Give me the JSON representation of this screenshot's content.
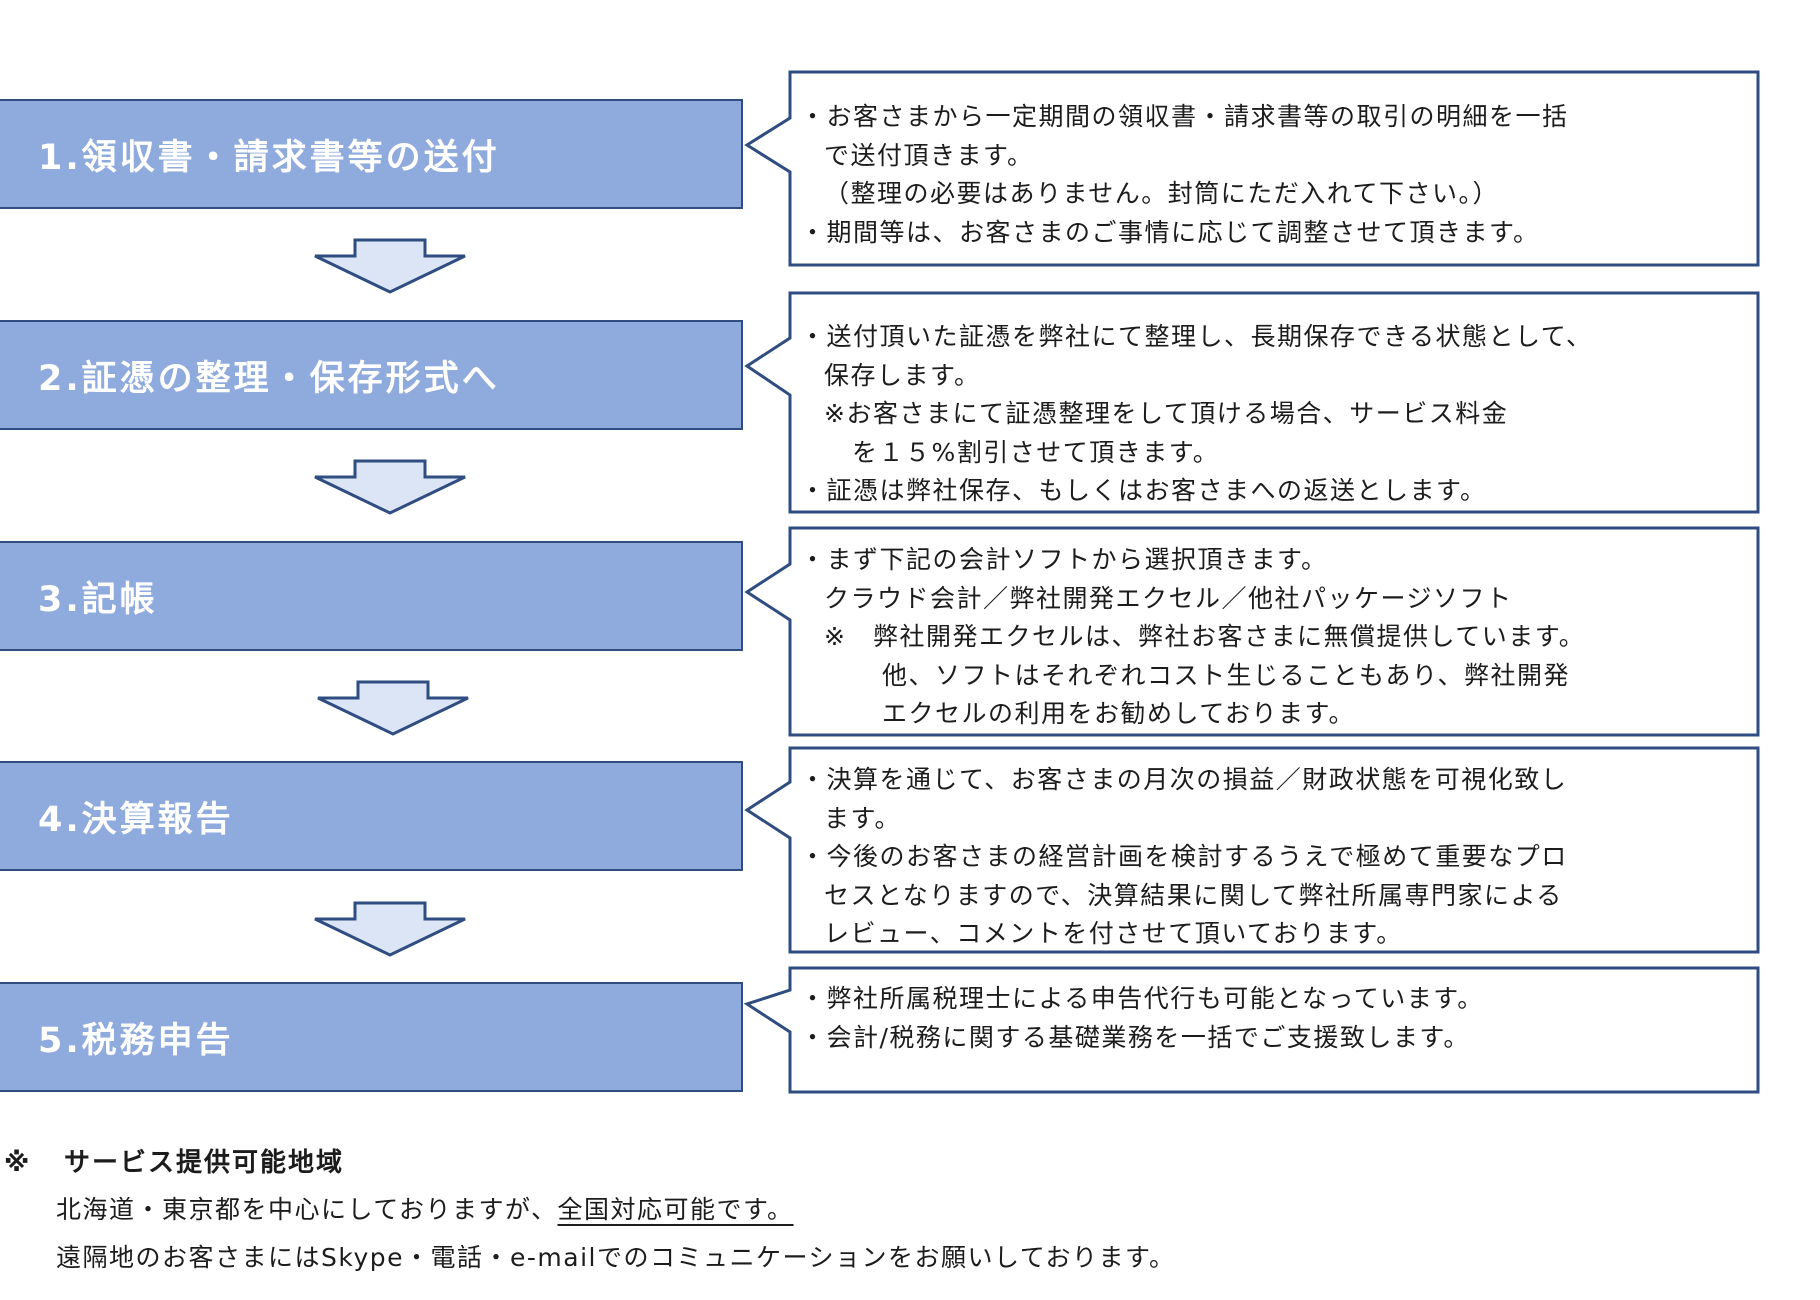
{
  "steps": [
    {
      "title": "1.領収書・請求書等の送付",
      "lines": [
        {
          "text": "・お客さまから一定期間の領収書・請求書等の取引の明細を一括",
          "indent": 0
        },
        {
          "text": "で送付頂きます。",
          "indent": 1
        },
        {
          "text": "（整理の必要はありません。封筒にただ入れて下さい。）",
          "indent": 1
        },
        {
          "text": "・期間等は、お客さまのご事情に応じて調整させて頂きます。",
          "indent": 0
        }
      ]
    },
    {
      "title": "2.証憑の整理・保存形式へ",
      "lines": [
        {
          "text": "・送付頂いた証憑を弊社にて整理し、長期保存できる状態として、",
          "indent": 0
        },
        {
          "text": "保存します。",
          "indent": 1
        },
        {
          "text": "※お客さまにて証憑整理をして頂ける場合、サービス料金",
          "indent": 1
        },
        {
          "text": "を１５%割引させて頂きます。",
          "indent": 2
        },
        {
          "text": "・証憑は弊社保存、もしくはお客さまへの返送とします。",
          "indent": 0
        }
      ]
    },
    {
      "title": "3.記帳",
      "lines": [
        {
          "text": "・まず下記の会計ソフトから選択頂きます。",
          "indent": 0
        },
        {
          "text": "クラウド会計／弊社開発エクセル／他社パッケージソフト",
          "indent": 1
        },
        {
          "text": "※　弊社開発エクセルは、弊社お客さまに無償提供しています。",
          "indent": 1
        },
        {
          "text": "他、ソフトはそれぞれコスト生じることもあり、弊社開発",
          "indent": 3
        },
        {
          "text": "エクセルの利用をお勧めしております。",
          "indent": 3
        }
      ]
    },
    {
      "title": "4.決算報告",
      "lines": [
        {
          "text": "・決算を通じて、お客さまの月次の損益／財政状態を可視化致し",
          "indent": 0
        },
        {
          "text": "ます。",
          "indent": 1
        },
        {
          "text": "・今後のお客さまの経営計画を検討するうえで極めて重要なプロ",
          "indent": 0
        },
        {
          "text": "セスとなりますので、決算結果に関して弊社所属専門家による",
          "indent": 1
        },
        {
          "text": "レビュー、コメントを付させて頂いております。",
          "indent": 1
        }
      ]
    },
    {
      "title": "5.税務申告",
      "lines": [
        {
          "text": "・弊社所属税理士による申告代行も可能となっています。",
          "indent": 0
        },
        {
          "text": "・会計/税務に関する基礎業務を一括でご支援致します。",
          "indent": 0
        }
      ]
    }
  ],
  "footer": {
    "mark": "※",
    "heading": "サービス提供可能地域",
    "line1_a": "北海道・東京都を中心にしておりますが、",
    "line1_b": "全国対応可能です。",
    "line2": "遠隔地のお客さまにはSkype・電話・e-mailでのコミュニケーションをお願いしております。"
  },
  "colors": {
    "step_fill": "#8faadc",
    "border": "#2f4d80",
    "arrow_fill": "#dbe5f5"
  }
}
